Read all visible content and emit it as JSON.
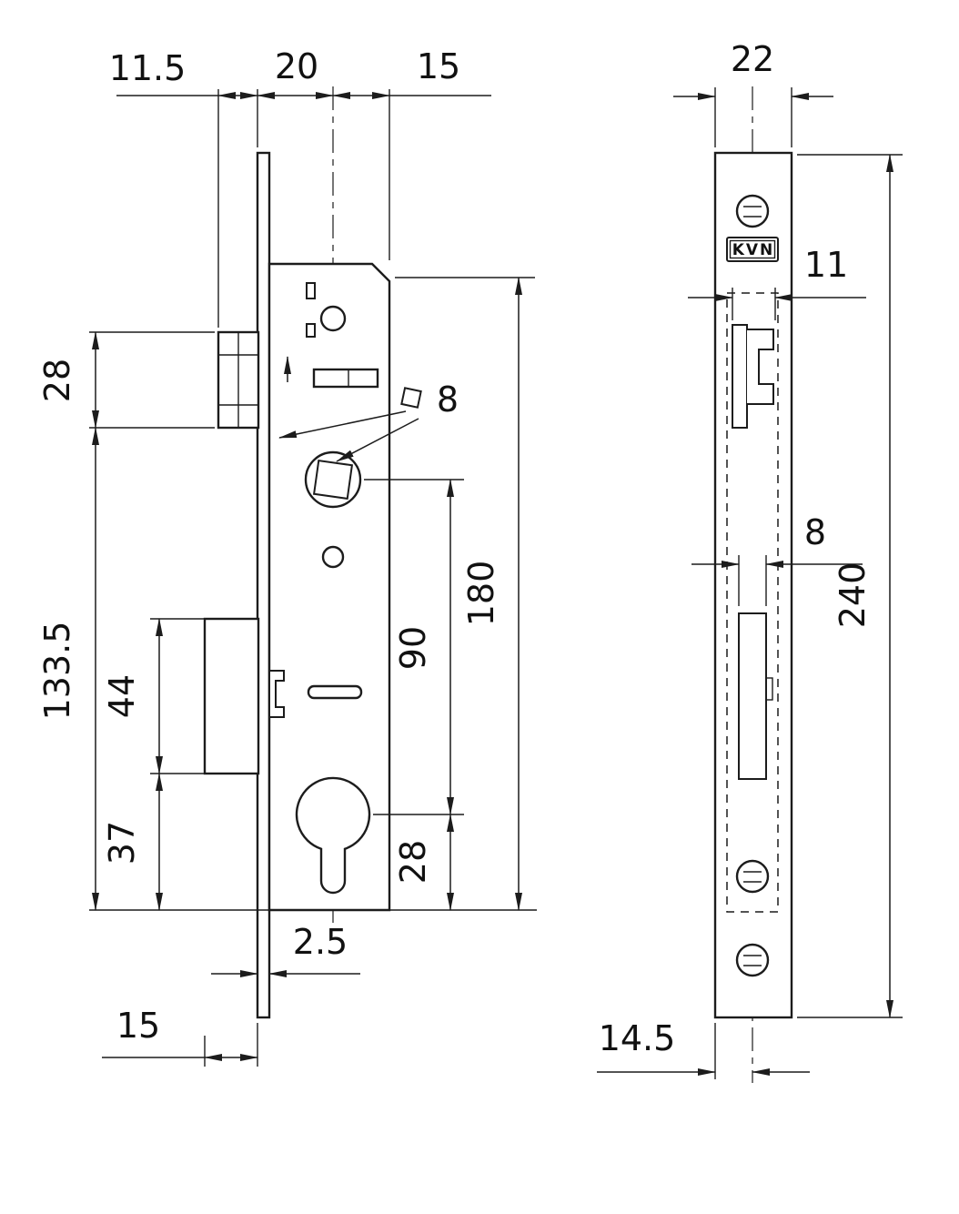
{
  "brand": "KVN",
  "side_view": {
    "dims": {
      "latch_protrusion": "11.5",
      "backset": "20",
      "body_depth_rear": "15",
      "latch_height": "28",
      "body_lower_height": "133.5",
      "deadbolt_height": "44",
      "deadbolt_to_bottom": "37",
      "case_height": "180",
      "spindle_to_cylinder": "90",
      "cylinder_to_bottom": "28",
      "spindle_square": "8",
      "faceplate_thickness": "2.5",
      "deadbolt_protrusion": "15"
    }
  },
  "front_view": {
    "dims": {
      "faceplate_width": "22",
      "latch_opening_width": "11",
      "bolt_opening_width": "8",
      "faceplate_height": "240",
      "bottom_offset": "14.5"
    }
  }
}
